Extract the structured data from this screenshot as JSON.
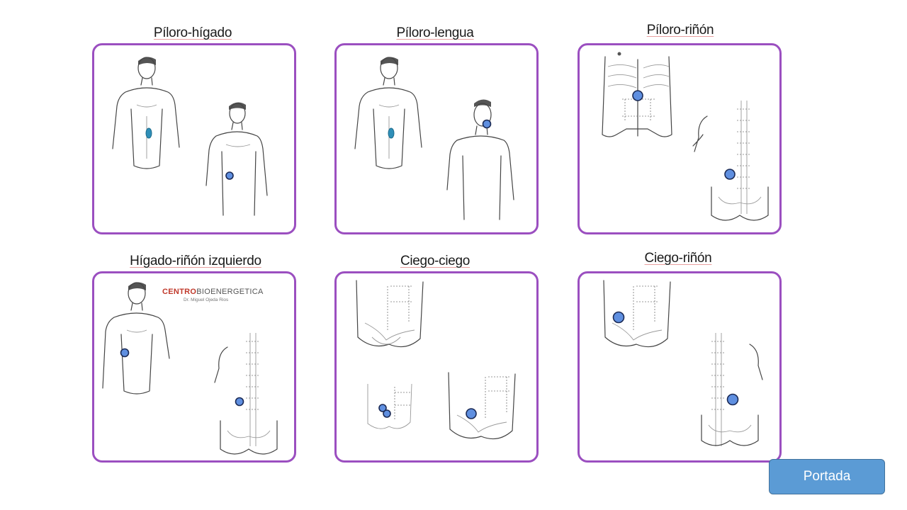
{
  "cards": [
    {
      "title": "Píloro-hígado"
    },
    {
      "title": "Píloro-lengua"
    },
    {
      "title": "Píloro-riñón"
    },
    {
      "title": "Hígado-riñón izquierdo"
    },
    {
      "title": "Ciego-ciego"
    },
    {
      "title": "Ciego-riñón"
    }
  ],
  "logo": {
    "brand_bold": "CENTRO",
    "brand_light": "BIOENERGETICA",
    "doctor": "Dr. Miguel Ojeda Rios"
  },
  "nav": {
    "portada_label": "Portada"
  },
  "colors": {
    "frame": "#9b4fc0",
    "point": "#5f8fe0",
    "button": "#5b9bd5"
  }
}
